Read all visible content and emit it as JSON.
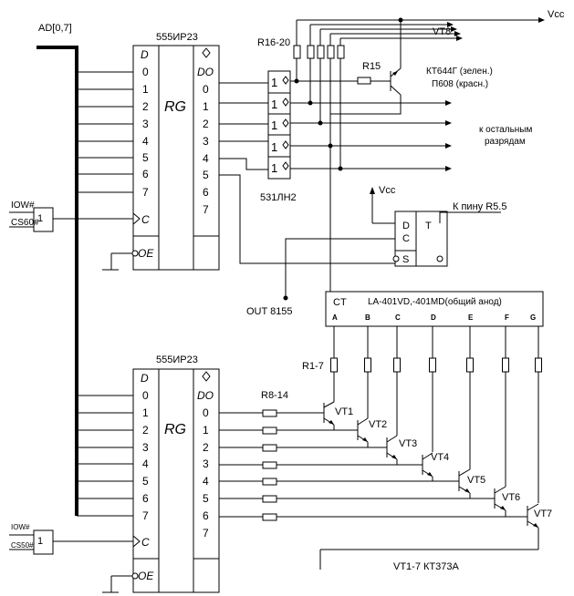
{
  "bus_label": "AD[0,7]",
  "vcc": "Vcc",
  "top_register": {
    "title": "555ИР23",
    "d_header": "D",
    "rg": "RG",
    "do_header": "DO",
    "inputs": [
      "0",
      "1",
      "2",
      "3",
      "4",
      "5",
      "6",
      "7"
    ],
    "outputs": [
      "0",
      "1",
      "2",
      "3",
      "4",
      "5",
      "6",
      "7"
    ],
    "c": "C",
    "oe": "OE"
  },
  "bottom_register": {
    "title": "555ИР23",
    "d_header": "D",
    "rg": "RG",
    "do_header": "DO",
    "inputs": [
      "0",
      "1",
      "2",
      "3",
      "4",
      "5",
      "6",
      "7"
    ],
    "outputs": [
      "0",
      "1",
      "2",
      "3",
      "4",
      "5",
      "6",
      "7"
    ],
    "c": "C",
    "oe": "OE"
  },
  "gate_top": {
    "label": "1",
    "in1": "IOW#",
    "in2": "CS60#"
  },
  "gate_bottom": {
    "label": "1",
    "in1": "IOW#",
    "in2": "CS50#"
  },
  "buffer": {
    "label": "531ЛН2",
    "cells": [
      "1",
      "1",
      "1",
      "1",
      "1"
    ]
  },
  "r16_20": "R16-20",
  "r15": "R15",
  "vt8": {
    "name": "VT8",
    "desc1": "КТ644Г (зелен.)",
    "desc2": "П608 (красн.)"
  },
  "to_other": {
    "line1": "к остальным",
    "line2": "разрядам"
  },
  "trigger": {
    "d": "D",
    "c": "C",
    "s": "S",
    "t": "T"
  },
  "vcc_trigger": "Vcc",
  "pin_label": "К пину R5.5",
  "out8155": "OUT 8155",
  "display": {
    "ct": "CT",
    "title": "LA-401VD,-401MD(общий анод)",
    "segments": [
      "A",
      "B",
      "C",
      "D",
      "E",
      "F",
      "G"
    ]
  },
  "r1_7": "R1-7",
  "r8_14": "R8-14",
  "transistors": [
    "VT1",
    "VT2",
    "VT3",
    "VT4",
    "VT5",
    "VT6",
    "VT7"
  ],
  "transistor_type": "VT1-7 КТ373А"
}
